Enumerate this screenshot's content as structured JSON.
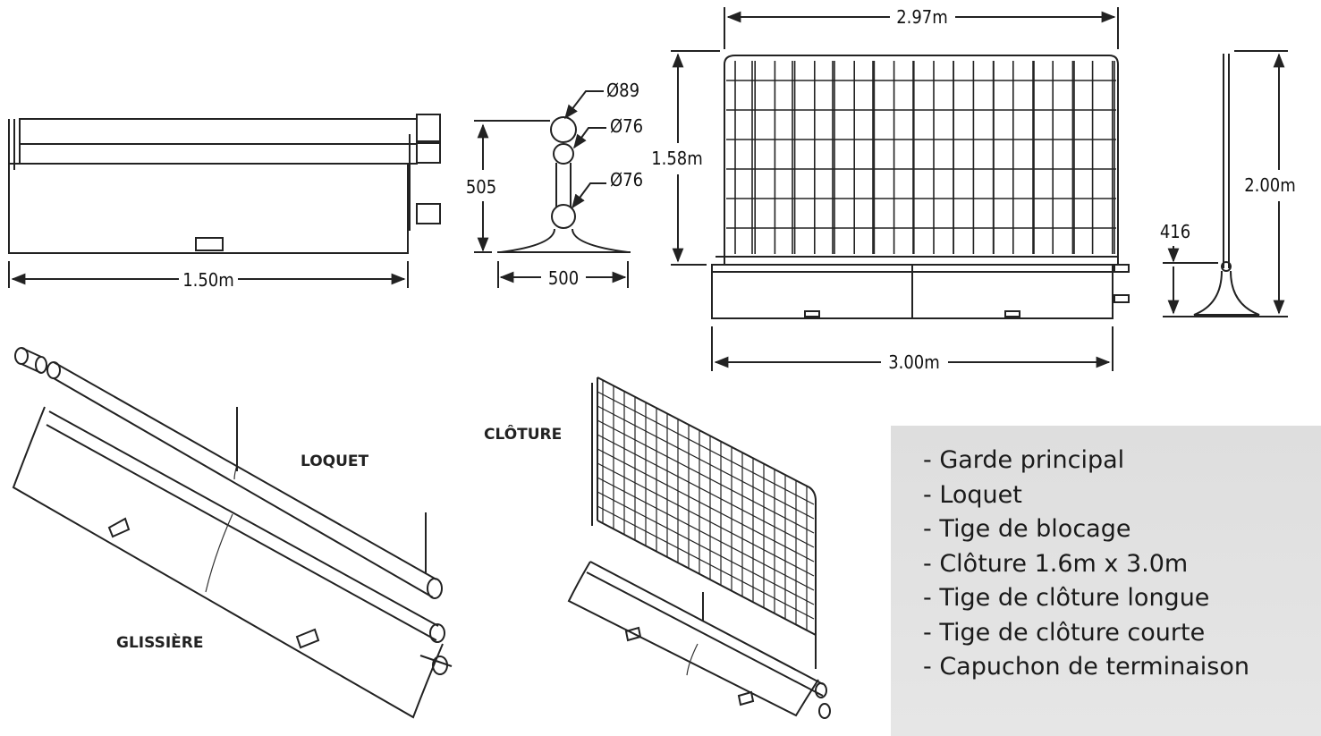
{
  "dimensions": {
    "side_length": "1.50m",
    "pipe_dia_top": "Ø89",
    "pipe_dia_mid": "Ø76",
    "pipe_dia_low": "Ø76",
    "end_height": "505",
    "end_base": "500",
    "fence_top_width": "2.97m",
    "fence_height": "1.58m",
    "base_width": "3.00m",
    "total_height": "2.00m",
    "post_height": "416"
  },
  "labels": {
    "latch": "LOQUET",
    "slide": "GLISSIÈRE",
    "fence": "CLÔTURE"
  },
  "components": [
    "- Garde principal",
    "- Loquet",
    "- Tige de blocage",
    "- Clôture 1.6m x 3.0m",
    "- Tige de clôture longue",
    "- Tige de clôture courte",
    "- Capuchon de terminaison"
  ],
  "colors": {
    "line": "#222222",
    "panel_bg": "#e2e2e2",
    "text": "#1a1a1a"
  }
}
